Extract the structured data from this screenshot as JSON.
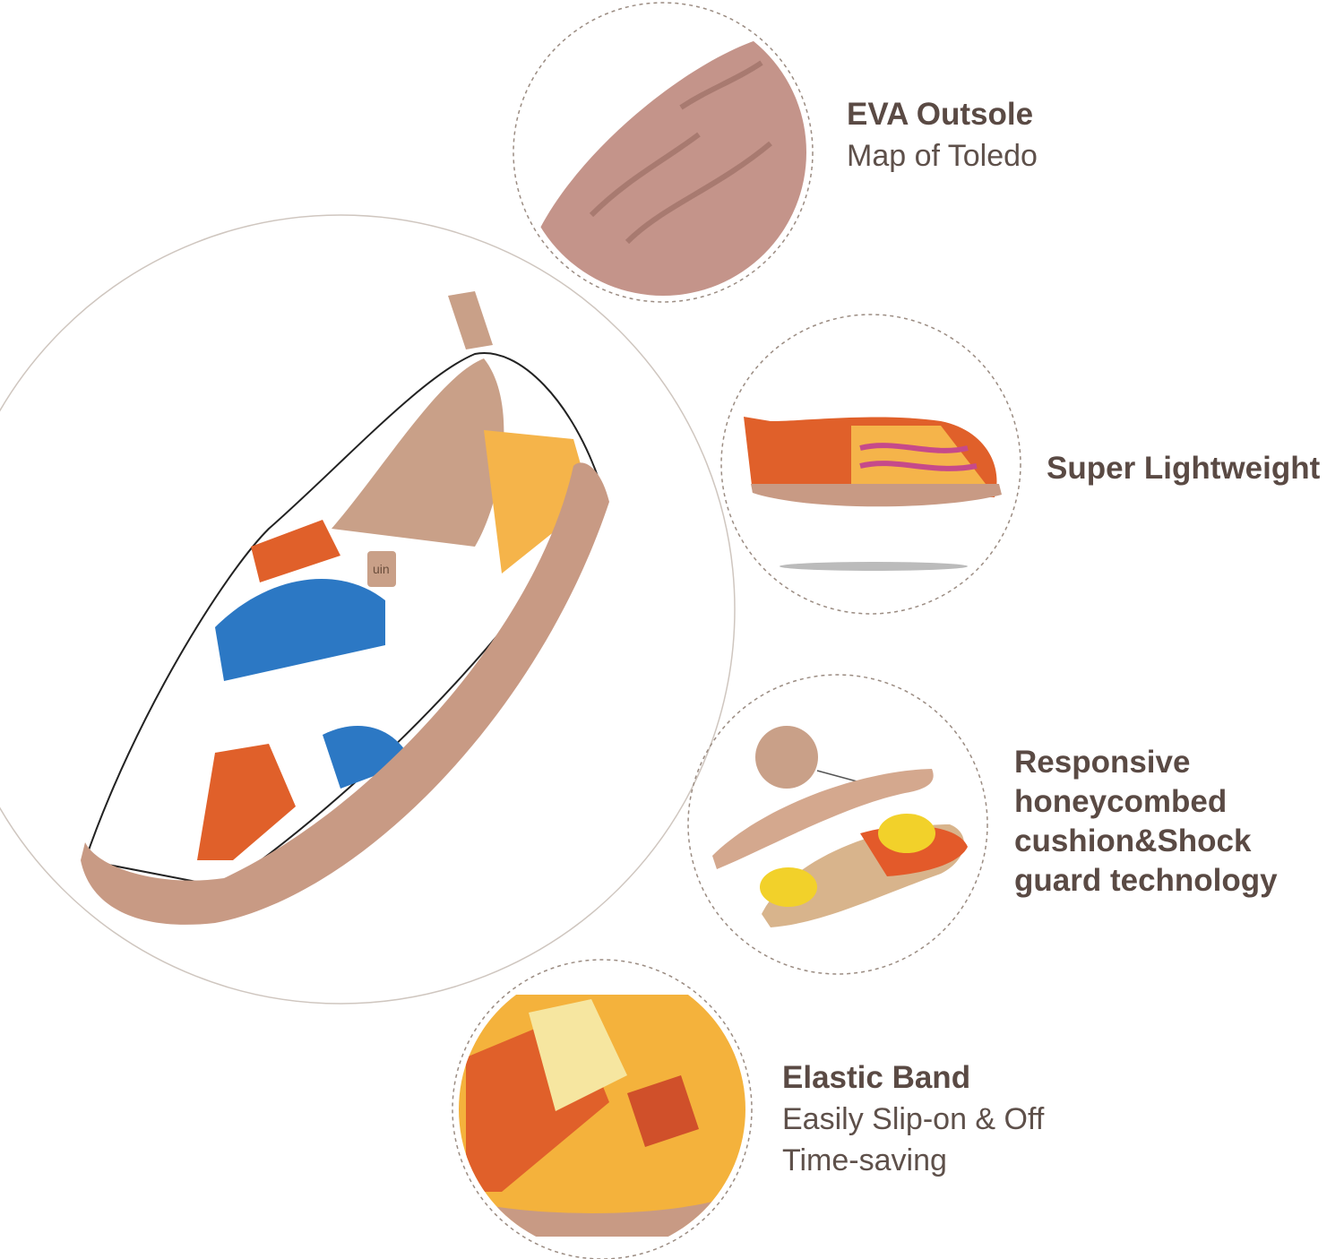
{
  "features": [
    {
      "title": "EVA Outsole",
      "lines": [
        "Map of Toledo"
      ]
    },
    {
      "title": "Super Lightweight",
      "lines": []
    },
    {
      "title_lines": [
        "Responsive",
        "honeycombed",
        "cushion&Shock",
        "guard technology"
      ]
    },
    {
      "title": "Elastic Band",
      "lines": [
        "Easily Slip-on & Off",
        "Time-saving"
      ]
    }
  ],
  "shoe": {
    "tab_logo": "uin"
  },
  "colors": {
    "text": "#5a4a44",
    "sole": "#c89a84",
    "outsole": "#c4948a"
  }
}
